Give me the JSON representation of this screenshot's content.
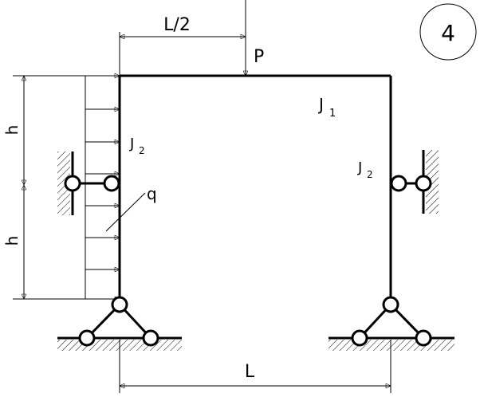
{
  "problem_number": "4",
  "labels": {
    "half_span": "L/2",
    "load": "P",
    "beam_inertia_letter": "J",
    "beam_inertia_sub": "1",
    "left_column_inertia_letter": "J",
    "left_column_inertia_sub": "2",
    "right_column_inertia_letter": "J",
    "right_column_inertia_sub": "2",
    "distributed_load": "q",
    "upper_height": "h",
    "lower_height": "h",
    "span": "L"
  }
}
